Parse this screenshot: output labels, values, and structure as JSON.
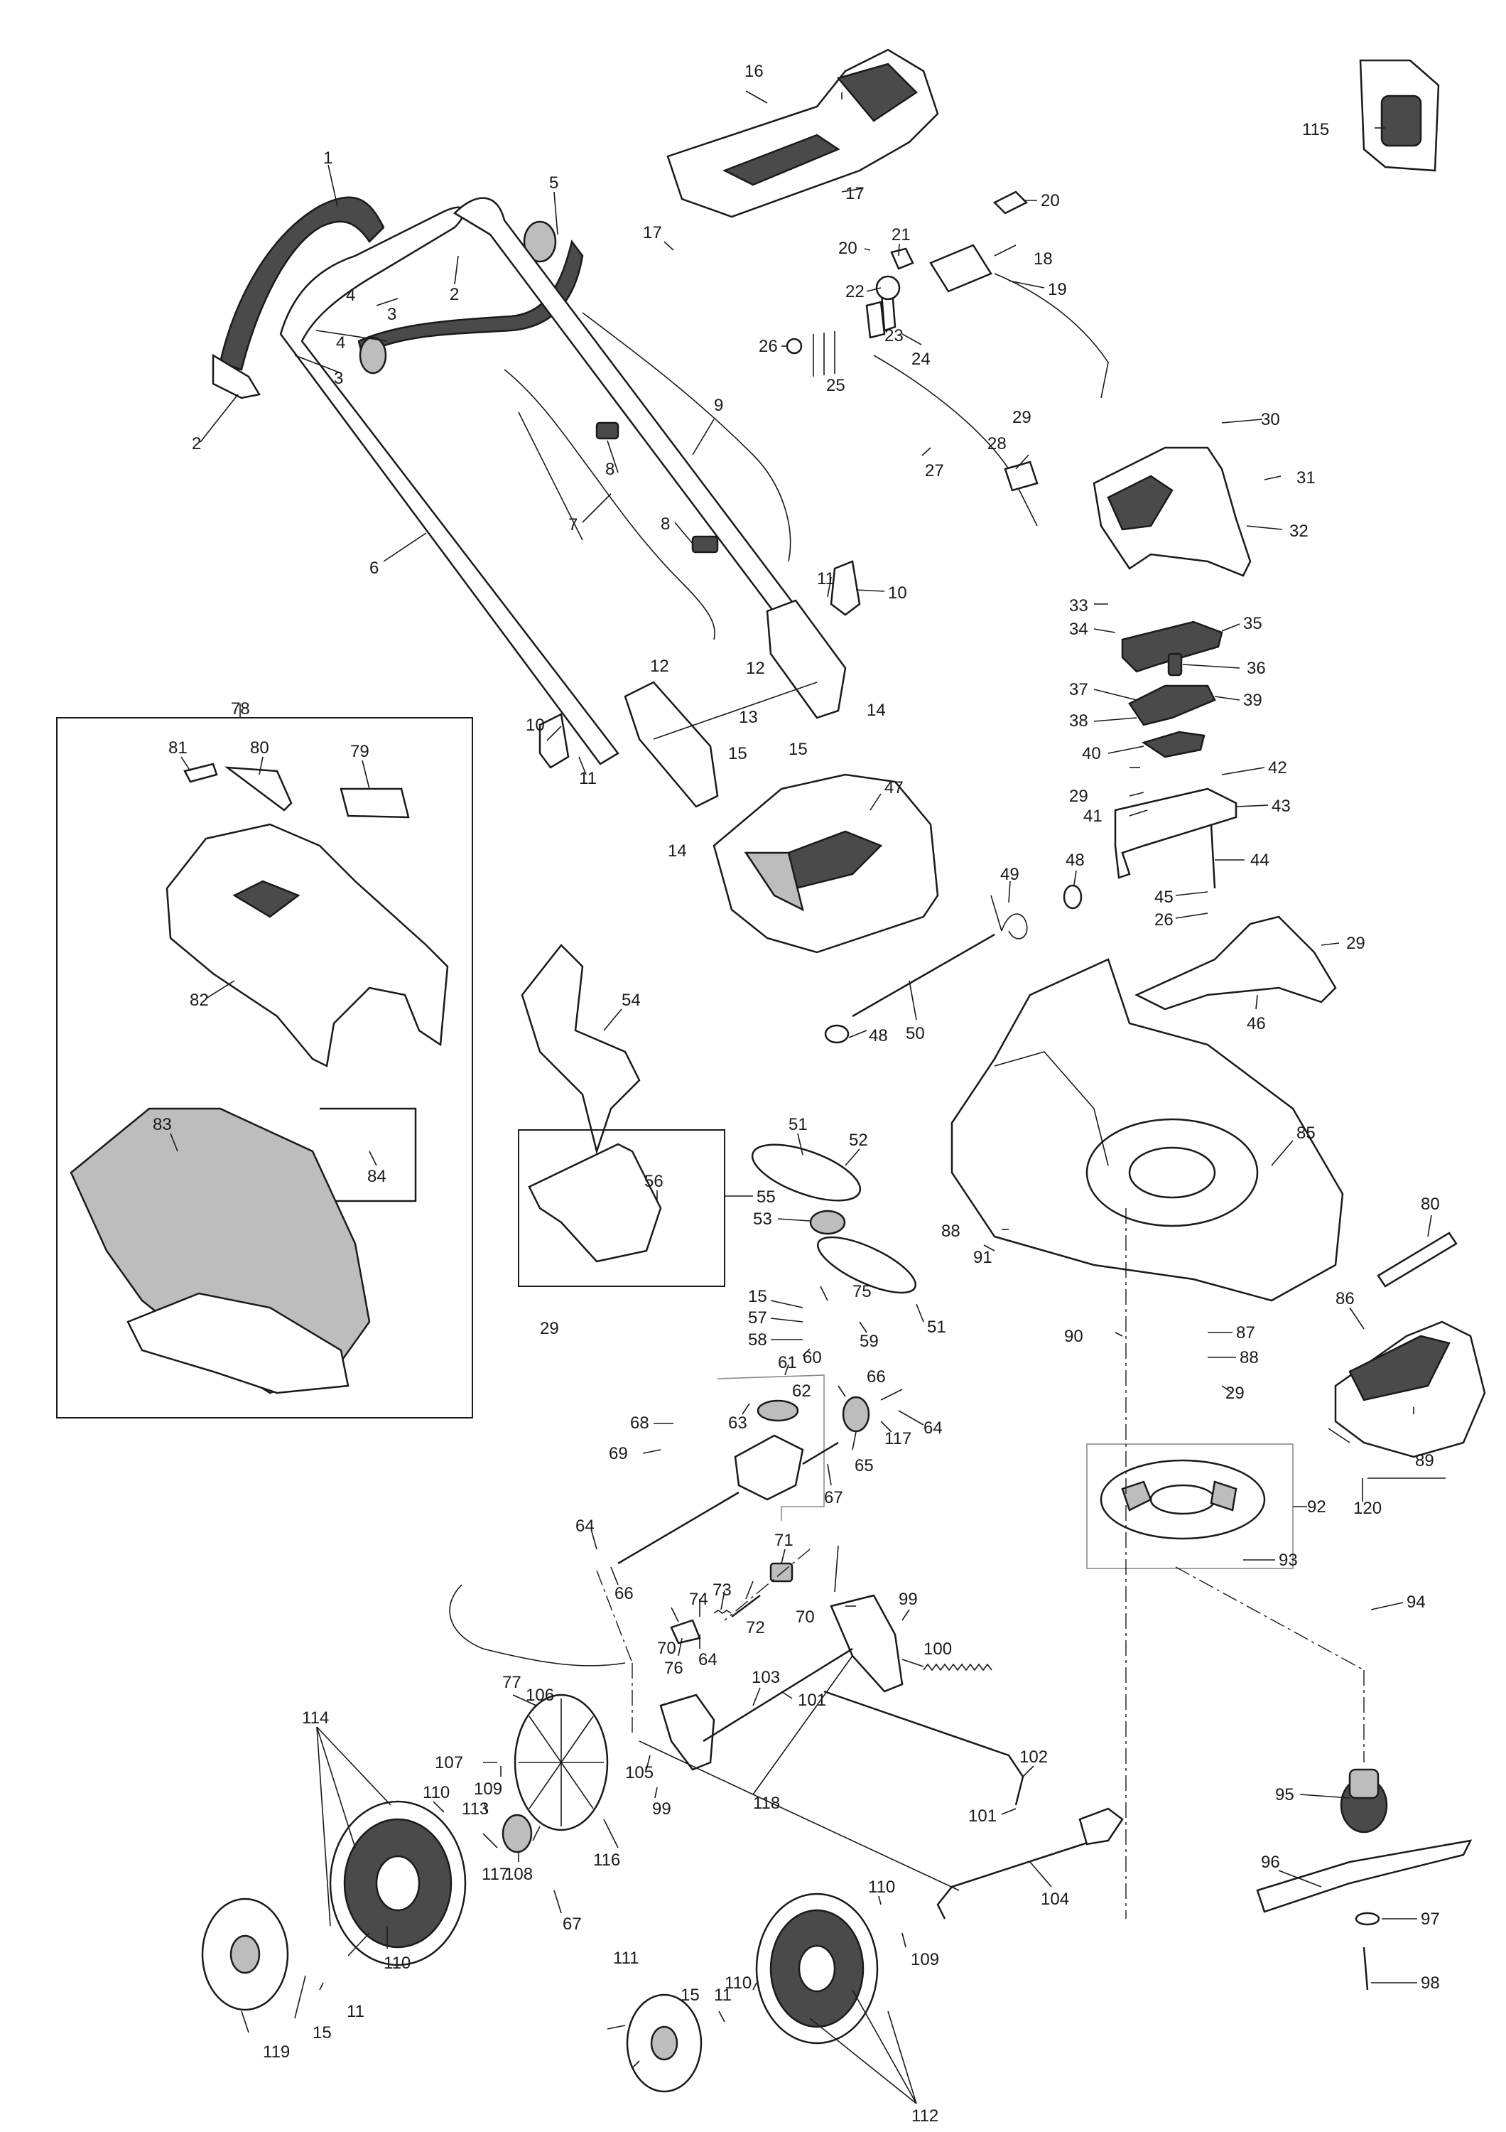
{
  "callouts": [
    {
      "id": "c1",
      "text": "1"
    },
    {
      "id": "c2a",
      "text": "2"
    },
    {
      "id": "c2b",
      "text": "2"
    },
    {
      "id": "c3a",
      "text": "3"
    },
    {
      "id": "c3b",
      "text": "3"
    },
    {
      "id": "c4a",
      "text": "4"
    },
    {
      "id": "c4b",
      "text": "4"
    },
    {
      "id": "c5",
      "text": "5"
    },
    {
      "id": "c6",
      "text": "6"
    },
    {
      "id": "c7",
      "text": "7"
    },
    {
      "id": "c8a",
      "text": "8"
    },
    {
      "id": "c8b",
      "text": "8"
    },
    {
      "id": "c9",
      "text": "9"
    },
    {
      "id": "c10a",
      "text": "10"
    },
    {
      "id": "c10b",
      "text": "10"
    },
    {
      "id": "c11a",
      "text": "11"
    },
    {
      "id": "c11b",
      "text": "11"
    },
    {
      "id": "c12a",
      "text": "12"
    },
    {
      "id": "c12b",
      "text": "12"
    },
    {
      "id": "c13",
      "text": "13"
    },
    {
      "id": "c14a",
      "text": "14"
    },
    {
      "id": "c14b",
      "text": "14"
    },
    {
      "id": "c15a",
      "text": "15"
    },
    {
      "id": "c15b",
      "text": "15"
    },
    {
      "id": "c16",
      "text": "16"
    },
    {
      "id": "c17a",
      "text": "17"
    },
    {
      "id": "c17b",
      "text": "17"
    },
    {
      "id": "c18",
      "text": "18"
    },
    {
      "id": "c19",
      "text": "19"
    },
    {
      "id": "c20a",
      "text": "20"
    },
    {
      "id": "c20b",
      "text": "20"
    },
    {
      "id": "c21",
      "text": "21"
    },
    {
      "id": "c22",
      "text": "22"
    },
    {
      "id": "c23",
      "text": "23"
    },
    {
      "id": "c24",
      "text": "24"
    },
    {
      "id": "c25",
      "text": "25"
    },
    {
      "id": "c26a",
      "text": "26"
    },
    {
      "id": "c26b",
      "text": "26"
    },
    {
      "id": "c27",
      "text": "27"
    },
    {
      "id": "c28",
      "text": "28"
    },
    {
      "id": "c29a",
      "text": "29"
    },
    {
      "id": "c29b",
      "text": "29"
    },
    {
      "id": "c29c",
      "text": "29"
    },
    {
      "id": "c29d",
      "text": "29"
    },
    {
      "id": "c29e",
      "text": "29"
    },
    {
      "id": "c30",
      "text": "30"
    },
    {
      "id": "c31",
      "text": "31"
    },
    {
      "id": "c32",
      "text": "32"
    },
    {
      "id": "c33",
      "text": "33"
    },
    {
      "id": "c34",
      "text": "34"
    },
    {
      "id": "c35",
      "text": "35"
    },
    {
      "id": "c36",
      "text": "36"
    },
    {
      "id": "c37",
      "text": "37"
    },
    {
      "id": "c38",
      "text": "38"
    },
    {
      "id": "c39",
      "text": "39"
    },
    {
      "id": "c40",
      "text": "40"
    },
    {
      "id": "c41",
      "text": "41"
    },
    {
      "id": "c42",
      "text": "42"
    },
    {
      "id": "c43",
      "text": "43"
    },
    {
      "id": "c44",
      "text": "44"
    },
    {
      "id": "c45",
      "text": "45"
    },
    {
      "id": "c46",
      "text": "46"
    },
    {
      "id": "c47",
      "text": "47"
    },
    {
      "id": "c48a",
      "text": "48"
    },
    {
      "id": "c48b",
      "text": "48"
    },
    {
      "id": "c49",
      "text": "49"
    },
    {
      "id": "c50",
      "text": "50"
    },
    {
      "id": "c51a",
      "text": "51"
    },
    {
      "id": "c51b",
      "text": "51"
    },
    {
      "id": "c52",
      "text": "52"
    },
    {
      "id": "c53",
      "text": "53"
    },
    {
      "id": "c54",
      "text": "54"
    },
    {
      "id": "c55",
      "text": "55"
    },
    {
      "id": "c56",
      "text": "56"
    },
    {
      "id": "c57",
      "text": "57"
    },
    {
      "id": "c58",
      "text": "58"
    },
    {
      "id": "c59",
      "text": "59"
    },
    {
      "id": "c60",
      "text": "60"
    },
    {
      "id": "c61",
      "text": "61"
    },
    {
      "id": "c62",
      "text": "62"
    },
    {
      "id": "c63",
      "text": "63"
    },
    {
      "id": "c64a",
      "text": "64"
    },
    {
      "id": "c64b",
      "text": "64"
    },
    {
      "id": "c64c",
      "text": "64"
    },
    {
      "id": "c65",
      "text": "65"
    },
    {
      "id": "c66a",
      "text": "66"
    },
    {
      "id": "c66b",
      "text": "66"
    },
    {
      "id": "c67a",
      "text": "67"
    },
    {
      "id": "c67b",
      "text": "67"
    },
    {
      "id": "c68",
      "text": "68"
    },
    {
      "id": "c69",
      "text": "69"
    },
    {
      "id": "c70a",
      "text": "70"
    },
    {
      "id": "c70b",
      "text": "70"
    },
    {
      "id": "c71",
      "text": "71"
    },
    {
      "id": "c72",
      "text": "72"
    },
    {
      "id": "c73",
      "text": "73"
    },
    {
      "id": "c74",
      "text": "74"
    },
    {
      "id": "c75",
      "text": "75"
    },
    {
      "id": "c76",
      "text": "76"
    },
    {
      "id": "c77",
      "text": "77"
    },
    {
      "id": "c78",
      "text": "78"
    },
    {
      "id": "c79",
      "text": "79"
    },
    {
      "id": "c80a",
      "text": "80"
    },
    {
      "id": "c80b",
      "text": "80"
    },
    {
      "id": "c81",
      "text": "81"
    },
    {
      "id": "c82",
      "text": "82"
    },
    {
      "id": "c83",
      "text": "83"
    },
    {
      "id": "c84",
      "text": "84"
    },
    {
      "id": "c85",
      "text": "85"
    },
    {
      "id": "c86",
      "text": "86"
    },
    {
      "id": "c87",
      "text": "87"
    },
    {
      "id": "c88a",
      "text": "88"
    },
    {
      "id": "c88b",
      "text": "88"
    },
    {
      "id": "c89",
      "text": "89"
    },
    {
      "id": "c90",
      "text": "90"
    },
    {
      "id": "c91",
      "text": "91"
    },
    {
      "id": "c92",
      "text": "92"
    },
    {
      "id": "c93",
      "text": "93"
    },
    {
      "id": "c94",
      "text": "94"
    },
    {
      "id": "c95",
      "text": "95"
    },
    {
      "id": "c96",
      "text": "96"
    },
    {
      "id": "c97",
      "text": "97"
    },
    {
      "id": "c98",
      "text": "98"
    },
    {
      "id": "c99a",
      "text": "99"
    },
    {
      "id": "c99b",
      "text": "99"
    },
    {
      "id": "c100",
      "text": "100"
    },
    {
      "id": "c101a",
      "text": "101"
    },
    {
      "id": "c101b",
      "text": "101"
    },
    {
      "id": "c102",
      "text": "102"
    },
    {
      "id": "c103",
      "text": "103"
    },
    {
      "id": "c104",
      "text": "104"
    },
    {
      "id": "c105",
      "text": "105"
    },
    {
      "id": "c106",
      "text": "106"
    },
    {
      "id": "c107",
      "text": "107"
    },
    {
      "id": "c108",
      "text": "108"
    },
    {
      "id": "c109a",
      "text": "109"
    },
    {
      "id": "c109b",
      "text": "109"
    },
    {
      "id": "c110a",
      "text": "110"
    },
    {
      "id": "c110b",
      "text": "110"
    },
    {
      "id": "c110c",
      "text": "110"
    },
    {
      "id": "c110d",
      "text": "110"
    },
    {
      "id": "c111",
      "text": "111"
    },
    {
      "id": "c112",
      "text": "112"
    },
    {
      "id": "c113",
      "text": "113"
    },
    {
      "id": "c114",
      "text": "114"
    },
    {
      "id": "c115",
      "text": "115"
    },
    {
      "id": "c116",
      "text": "116"
    },
    {
      "id": "c117a",
      "text": "117"
    },
    {
      "id": "c117b",
      "text": "117"
    },
    {
      "id": "c118",
      "text": "118"
    },
    {
      "id": "c119",
      "text": "119"
    },
    {
      "id": "c120",
      "text": "120"
    }
  ]
}
